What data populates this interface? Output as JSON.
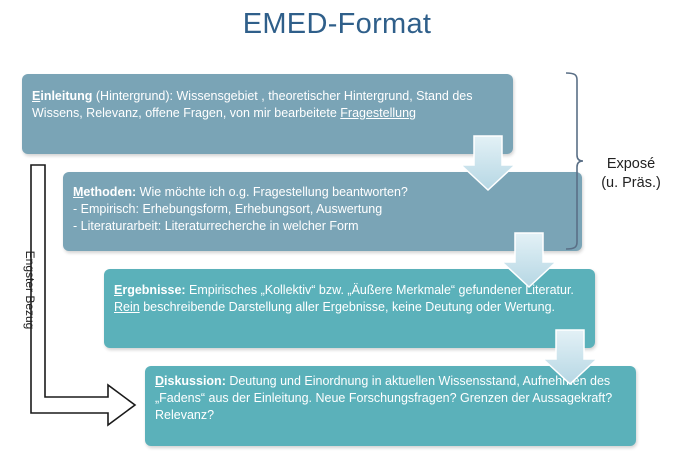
{
  "title": "EMED-Format",
  "boxes": [
    {
      "first_letter": "E",
      "heading_rest": "inleitung",
      "heading_suffix": " (Hintergrund):",
      "text": " Wissensgebiet , theoretischer Hintergrund, Stand des Wissens, Relevanz, offene Fragen, von mir bearbeitete ",
      "underlined": "Fragestellung",
      "text_after": ""
    },
    {
      "first_letter": "M",
      "heading_rest": "ethoden:",
      "heading_suffix": "",
      "line1": " Wie möchte ich o.g. Fragestellung beantworten?",
      "line2": "- Empirisch: Erhebungsform, Erhebungsort, Auswertung",
      "line3": "- Literaturarbeit: Literaturrecherche in welcher Form"
    },
    {
      "first_letter": "E",
      "heading_rest": "rgebnisse:",
      "heading_suffix": "",
      "text": " Empirisches „Kollektiv“ bzw. „Äußere Merkmale“ gefundener Literatur. ",
      "underlined": "Rein",
      "text_after": " beschreibende Darstellung aller Ergebnisse, keine Deutung oder Wertung."
    },
    {
      "first_letter": "D",
      "heading_rest": "iskussion:",
      "heading_suffix": "",
      "text": " Deutung und Einordnung  in aktuellen Wissensstand, Aufnehmen des „Fadens“ aus der Einleitung. Neue Forschungsfragen? Grenzen der Aussagekraft? Relevanz?",
      "underlined": "",
      "text_after": ""
    }
  ],
  "brace_label_line1": "Exposé",
  "brace_label_line2": "(u. Präs.)",
  "vertical_label": "Engster Bezug",
  "colors": {
    "title": "#2f5f8a",
    "box_gray_blue": "#7aa4b6",
    "box_teal": "#5bb1ba",
    "down_arrow": "#c8e3ee"
  }
}
